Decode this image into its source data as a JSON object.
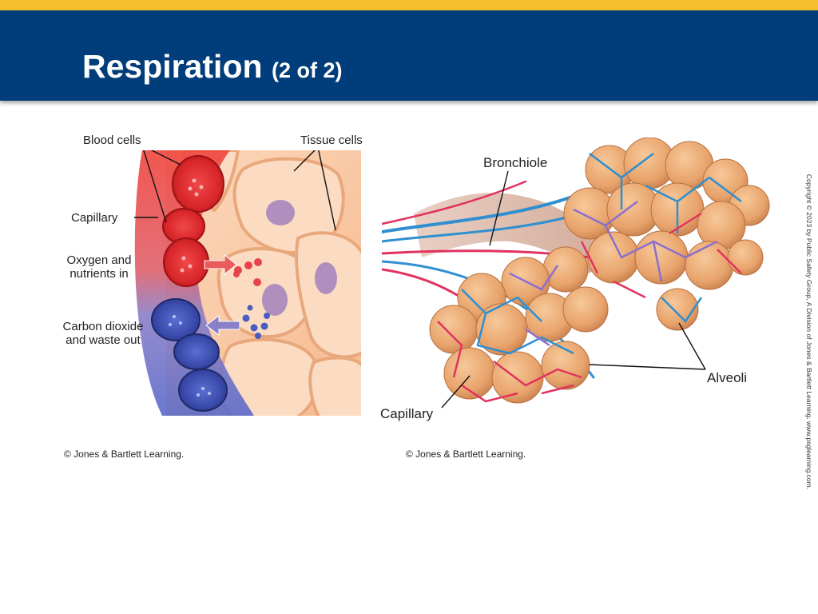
{
  "slide": {
    "title_main": "Respiration",
    "title_sub": "(2 of 2)"
  },
  "left_figure": {
    "labels": {
      "blood_cells": "Blood cells",
      "tissue_cells": "Tissue cells",
      "capillary": "Capillary",
      "oxygen_line1": "Oxygen and",
      "oxygen_line2": "nutrients in",
      "co2_line1": "Carbon dioxide",
      "co2_line2": "and waste out"
    },
    "credit": "© Jones & Bartlett Learning."
  },
  "right_figure": {
    "labels": {
      "bronchiole": "Bronchiole",
      "alveoli": "Alveoli",
      "capillary": "Capillary"
    },
    "credit": "© Jones & Bartlett Learning."
  },
  "side_copyright": "Copyright © 2023 by Public Safety Group, A Division of Jones & Bartlett Learning. www.psglearning.com.",
  "colors": {
    "header_blue": "#003d7a",
    "header_stripe": "#f5c02c"
  }
}
